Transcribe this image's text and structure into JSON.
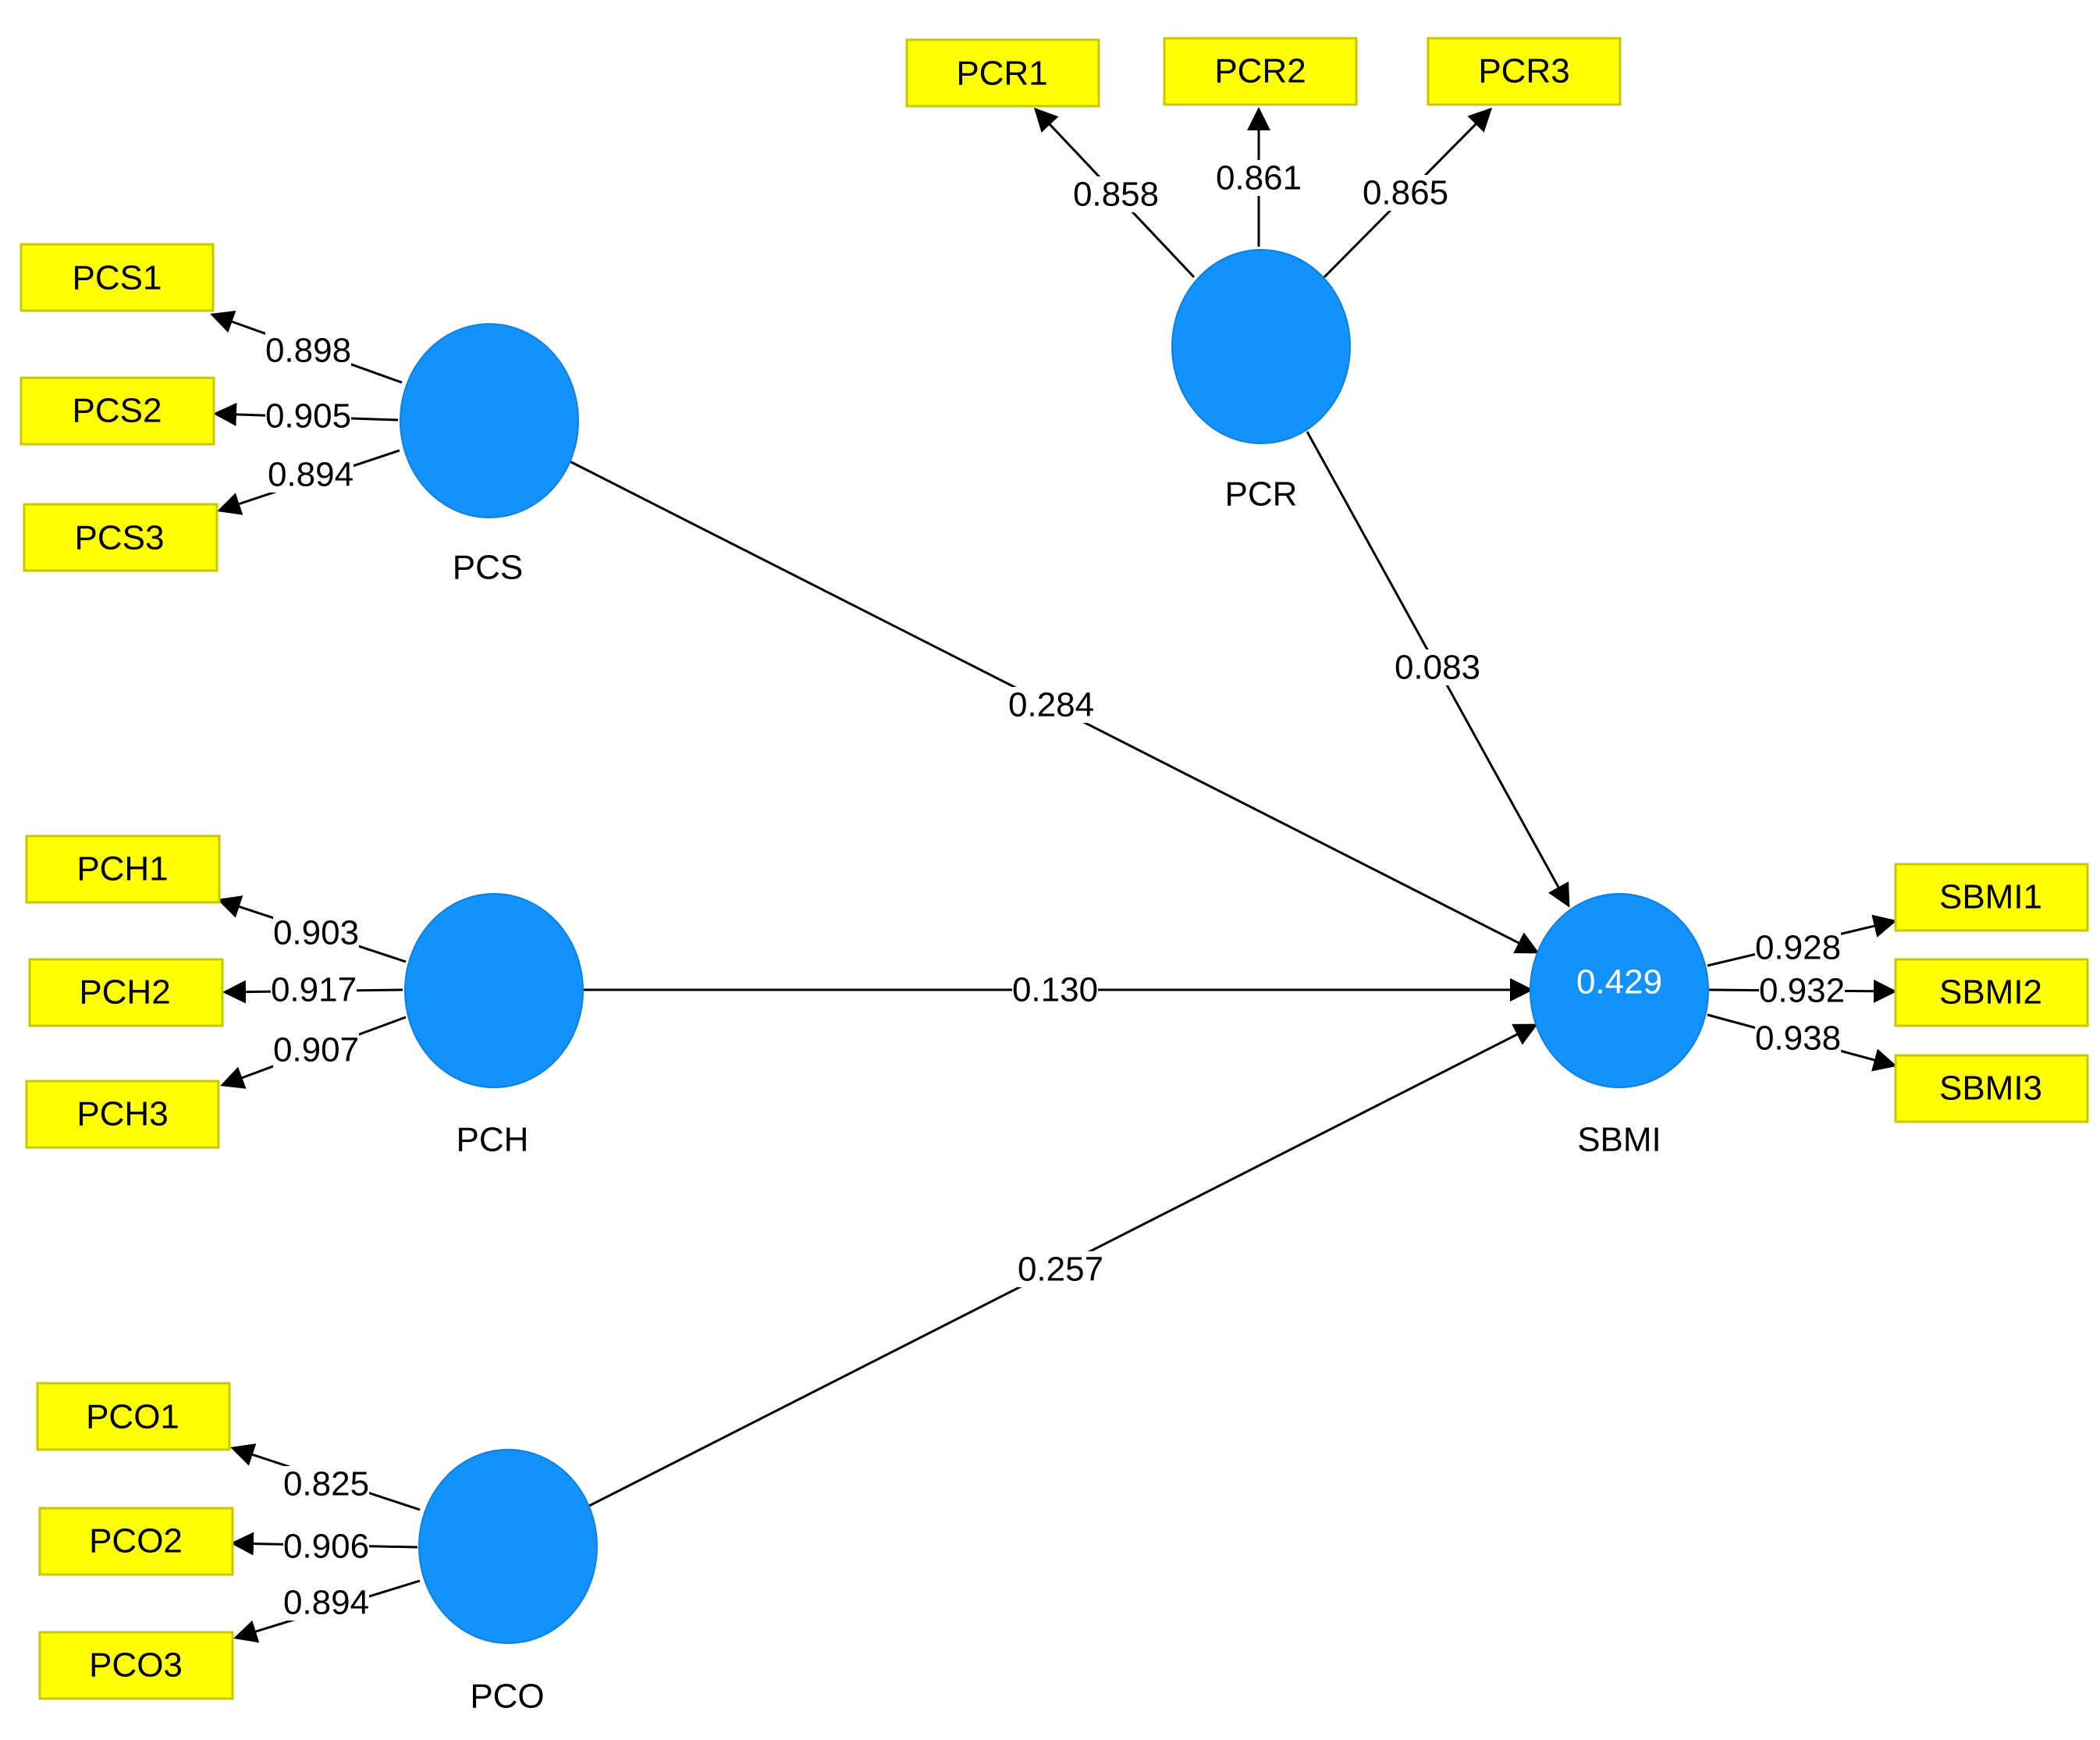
{
  "colors": {
    "construct": "#1192fc",
    "indicator": "#ffff00",
    "line": "#000000"
  },
  "constructs": {
    "pcs": {
      "label": "PCS"
    },
    "pcr": {
      "label": "PCR"
    },
    "pch": {
      "label": "PCH"
    },
    "pco": {
      "label": "PCO"
    },
    "sbmi": {
      "label": "SBMI",
      "r2": "0.429"
    }
  },
  "indicators": {
    "pcs1": "PCS1",
    "pcs2": "PCS2",
    "pcs3": "PCS3",
    "pcr1": "PCR1",
    "pcr2": "PCR2",
    "pcr3": "PCR3",
    "pch1": "PCH1",
    "pch2": "PCH2",
    "pch3": "PCH3",
    "pco1": "PCO1",
    "pco2": "PCO2",
    "pco3": "PCO3",
    "sbmi1": "SBMI1",
    "sbmi2": "SBMI2",
    "sbmi3": "SBMI3"
  },
  "loadings": {
    "pcs1": "0.898",
    "pcs2": "0.905",
    "pcs3": "0.894",
    "pcr1": "0.858",
    "pcr2": "0.861",
    "pcr3": "0.865",
    "pch1": "0.903",
    "pch2": "0.917",
    "pch3": "0.907",
    "pco1": "0.825",
    "pco2": "0.906",
    "pco3": "0.894",
    "sbmi1": "0.928",
    "sbmi2": "0.932",
    "sbmi3": "0.938"
  },
  "paths": {
    "pcs_sbmi": "0.284",
    "pcr_sbmi": "0.083",
    "pch_sbmi": "0.130",
    "pco_sbmi": "0.257"
  }
}
